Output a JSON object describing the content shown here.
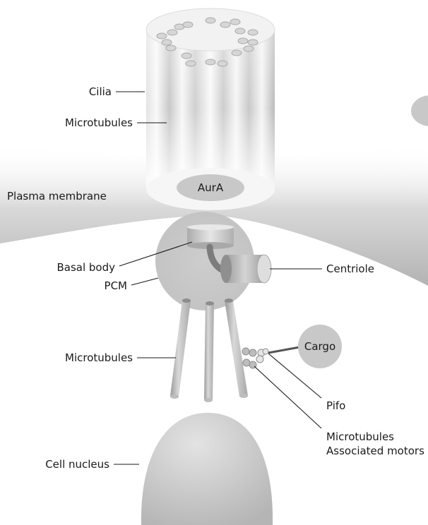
{
  "labels": {
    "cilia": "Cilia",
    "microtubules_top": "Microtubules",
    "plasma_membrane": "Plasma membrane",
    "aura": "AurA",
    "basal_body": "Basal body",
    "centriole": "Centriole",
    "pcm": "PCM",
    "microtubules_mid": "Microtubules",
    "cargo": "Cargo",
    "pifo": "Pifo",
    "motors_line1": "Microtubules",
    "motors_line2": "Associated motors",
    "cell_nucleus": "Cell nucleus"
  },
  "colors": {
    "membrane": "#bdbdbd",
    "organelle": "#c4c4c4",
    "cilium_light": "#f7f7f7",
    "cilium_dark": "#bbbbbb",
    "text": "#1a1a1a"
  }
}
